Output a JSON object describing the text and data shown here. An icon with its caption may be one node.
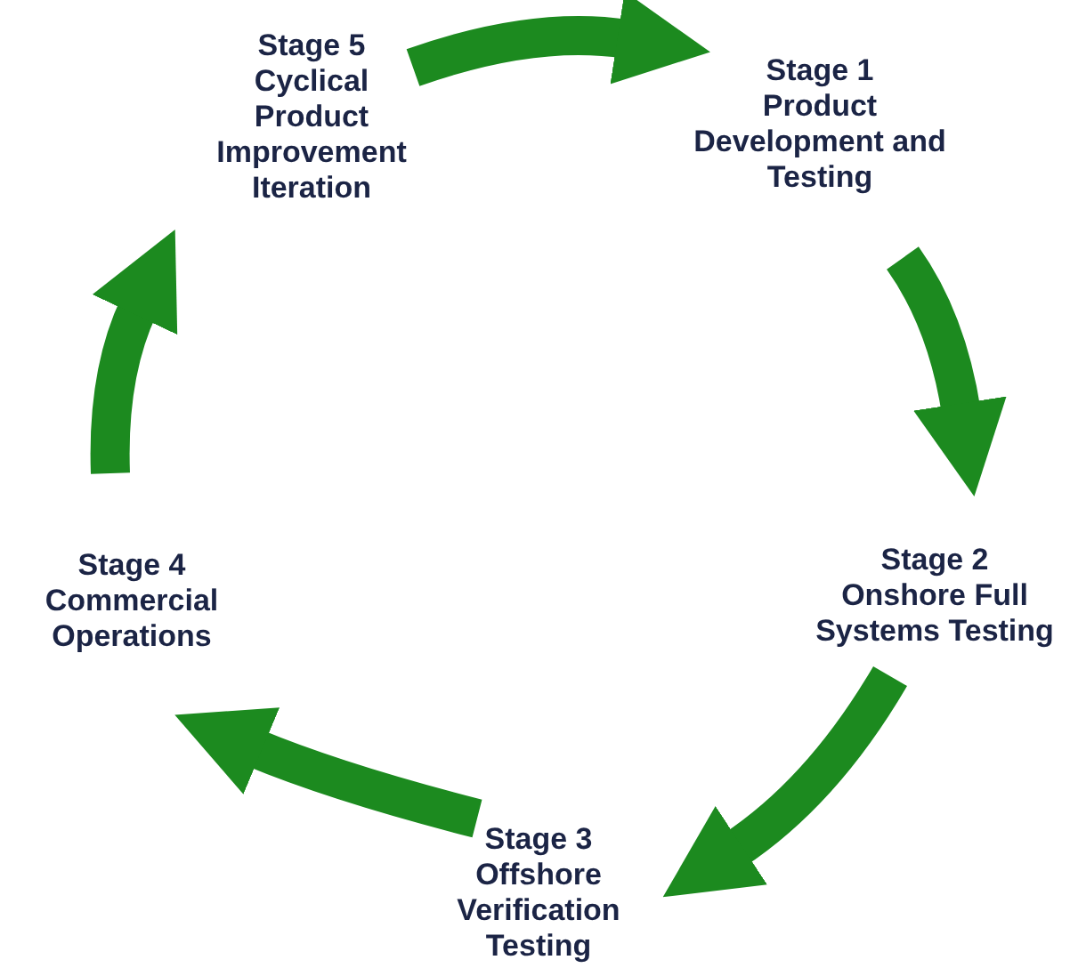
{
  "diagram": {
    "nodes": [
      {
        "text": [
          "Stage 1",
          "Product Development and Testing"
        ]
      },
      {
        "text": [
          "Stage 2",
          "Onshore Full Systems Testing"
        ]
      },
      {
        "text": [
          "Stage 3",
          "Offshore Verification Testing"
        ]
      },
      {
        "text": [
          "Stage 4",
          "Commercial Operations"
        ]
      },
      {
        "text": [
          "Stage 5",
          "Cyclical Product Improvement Iteration"
        ]
      }
    ],
    "edges": [
      {
        "from": 4,
        "to": 0,
        "arrow": "to"
      },
      {
        "from": 0,
        "to": 1,
        "arrow": "to"
      },
      {
        "from": 1,
        "to": 2,
        "arrow": "to"
      },
      {
        "from": 2,
        "to": 3,
        "arrow": "to"
      },
      {
        "from": 3,
        "to": 4,
        "arrow": "to"
      }
    ]
  }
}
